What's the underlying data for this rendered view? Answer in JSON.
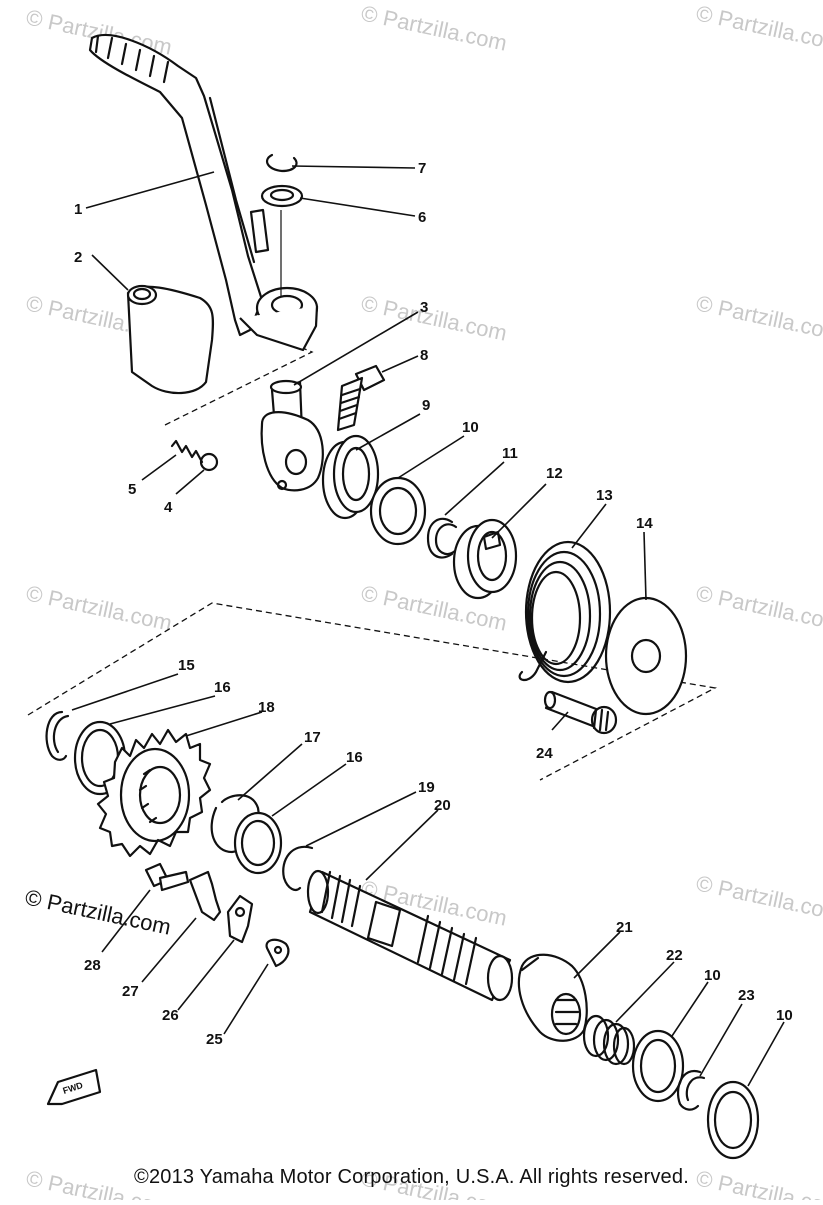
{
  "watermark_text": "© Partzilla.com",
  "logo_text": "© Partzilla.com",
  "fwd_label": "FWD",
  "copyright": "©2013 Yamaha Motor Corporation, U.S.A. All rights reserved.",
  "callouts": [
    "1",
    "2",
    "3",
    "4",
    "5",
    "6",
    "7",
    "8",
    "9",
    "10",
    "11",
    "12",
    "13",
    "14",
    "15",
    "16",
    "18",
    "17",
    "16",
    "19",
    "20",
    "21",
    "22",
    "10",
    "23",
    "10",
    "28",
    "27",
    "26",
    "25",
    "24"
  ]
}
